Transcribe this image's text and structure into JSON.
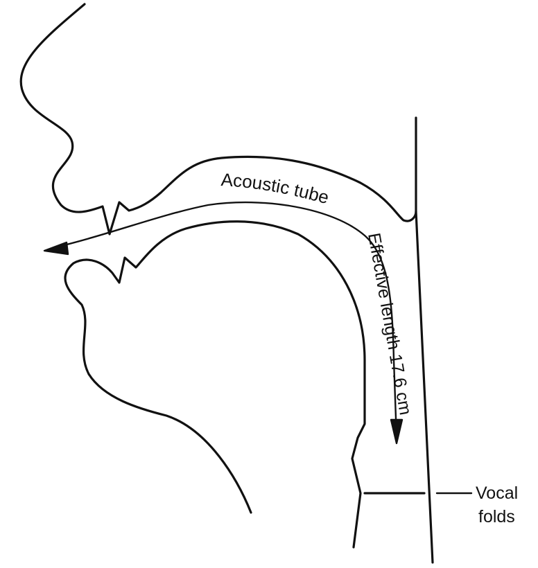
{
  "labels": {
    "acoustic_tube": "Acoustic tube",
    "effective_length": "Effective length 17.6 cm",
    "vocal_line1": "Vocal",
    "vocal_line2": "folds"
  }
}
